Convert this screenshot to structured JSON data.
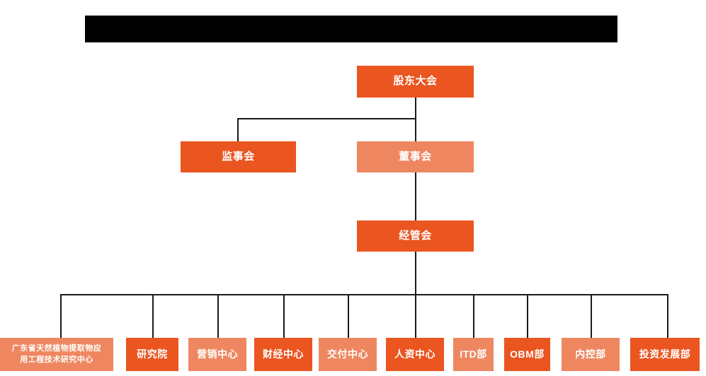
{
  "page": {
    "background_color": "#ffffff",
    "title_bar": {
      "label": "",
      "redacted": true,
      "color": "#000000"
    }
  },
  "palette": {
    "dark_orange": "#ea5520",
    "light_orange": "#ee8760",
    "connector": "#1a1a1a",
    "text": "#ffffff"
  },
  "chart_data": {
    "type": "diagram",
    "diagram_kind": "organization-chart",
    "title": "",
    "levels": [
      {
        "level": 1,
        "nodes": [
          {
            "id": "shareholders",
            "label": "股东大会",
            "color": "#ea5520"
          }
        ]
      },
      {
        "level": 2,
        "nodes": [
          {
            "id": "supervisory",
            "label": "监事会",
            "color": "#ea5520"
          },
          {
            "id": "board",
            "label": "董事会",
            "color": "#ee8760"
          }
        ]
      },
      {
        "level": 3,
        "nodes": [
          {
            "id": "management",
            "label": "经管会",
            "color": "#ea5520"
          }
        ]
      },
      {
        "level": 4,
        "nodes": [
          {
            "id": "research-center",
            "label": "广东省天然植物提取物应用工程技术研究中心",
            "label_line1": "广东省天然植物提取物应",
            "label_line2": "用工程技术研究中心",
            "color": "#ee8760"
          },
          {
            "id": "institute",
            "label": "研究院",
            "color": "#ea5520"
          },
          {
            "id": "marketing",
            "label": "营销中心",
            "color": "#ee8760"
          },
          {
            "id": "finance",
            "label": "财经中心",
            "color": "#ea5520"
          },
          {
            "id": "delivery",
            "label": "交付中心",
            "color": "#ee8760"
          },
          {
            "id": "hr",
            "label": "人资中心",
            "color": "#ea5520"
          },
          {
            "id": "itd",
            "label": "ITD部",
            "color": "#ee8760"
          },
          {
            "id": "obm",
            "label": "OBM部",
            "color": "#ea5520"
          },
          {
            "id": "internal-control",
            "label": "内控部",
            "color": "#ee8760"
          },
          {
            "id": "investment",
            "label": "投资发展部",
            "color": "#ea5520"
          }
        ]
      }
    ],
    "edges": [
      {
        "from": "shareholders",
        "to": "supervisory"
      },
      {
        "from": "shareholders",
        "to": "board"
      },
      {
        "from": "board",
        "to": "management"
      },
      {
        "from": "management",
        "to": "research-center"
      },
      {
        "from": "management",
        "to": "institute"
      },
      {
        "from": "management",
        "to": "marketing"
      },
      {
        "from": "management",
        "to": "finance"
      },
      {
        "from": "management",
        "to": "delivery"
      },
      {
        "from": "management",
        "to": "hr"
      },
      {
        "from": "management",
        "to": "itd"
      },
      {
        "from": "management",
        "to": "obm"
      },
      {
        "from": "management",
        "to": "internal-control"
      },
      {
        "from": "management",
        "to": "investment"
      }
    ]
  }
}
